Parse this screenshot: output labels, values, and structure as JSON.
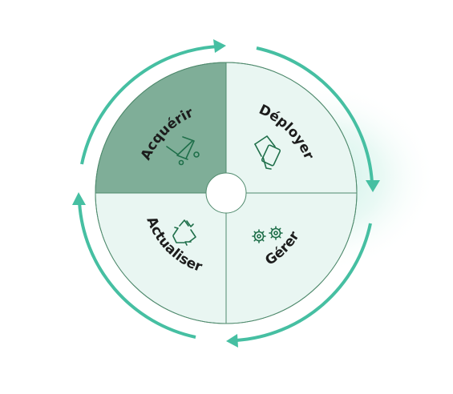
{
  "diagram": {
    "segments": [
      {
        "label": "Acquérir",
        "icon": "shopping-cart-icon",
        "highlighted": true
      },
      {
        "label": "Déployer",
        "icon": "devices-icon",
        "highlighted": false
      },
      {
        "label": "Gérer",
        "icon": "gears-icon",
        "highlighted": false
      },
      {
        "label": "Actualiser",
        "icon": "recycle-icon",
        "highlighted": false
      }
    ],
    "colors": {
      "highlight_fill": "#7fae98",
      "segment_fill": "#e9f6f2",
      "outline": "#4f8a6d",
      "arrow": "#46bfa2",
      "icon": "#1f6f4a",
      "glow": "#c9efe6"
    }
  }
}
